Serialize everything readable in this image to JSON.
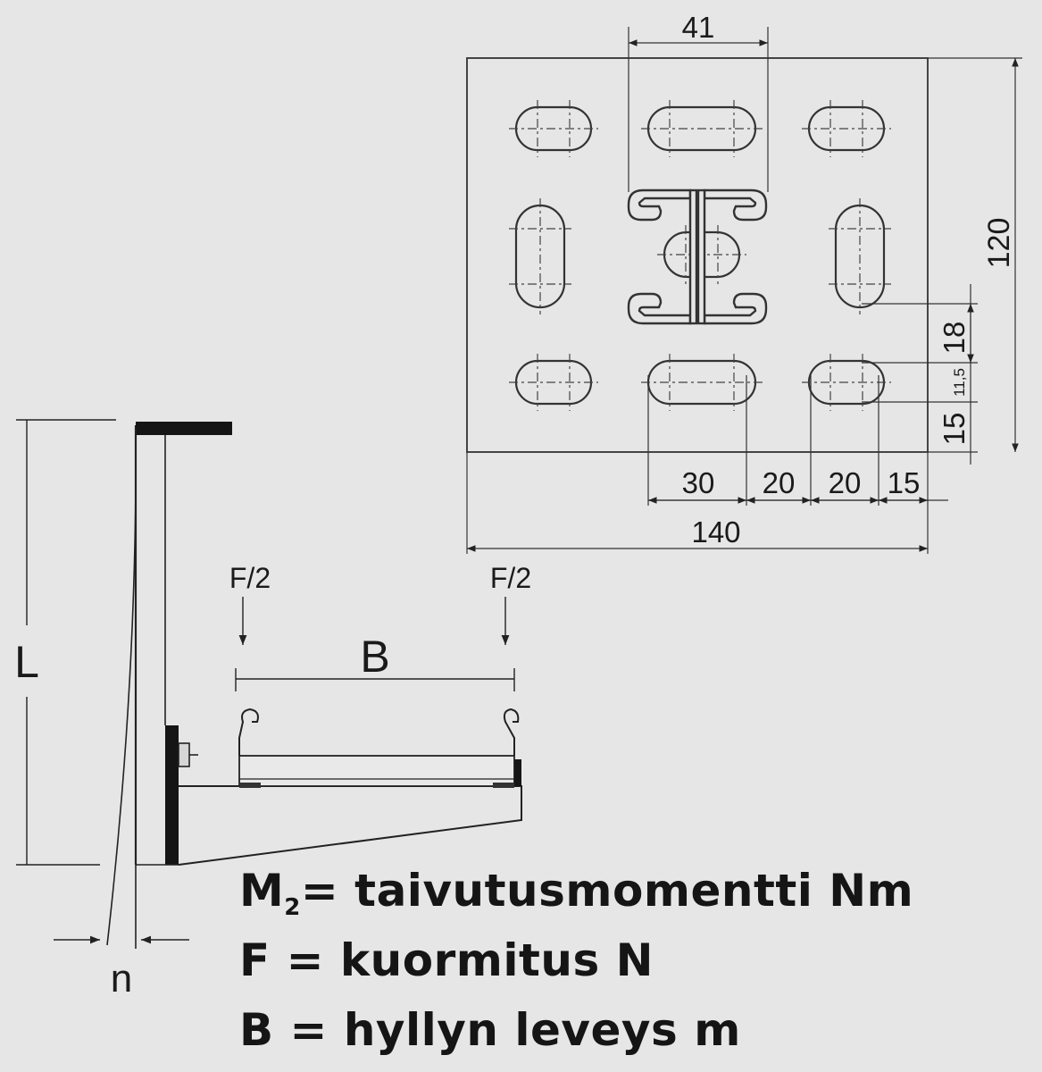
{
  "plate": {
    "dims": {
      "d41": "41",
      "d120": "120",
      "d18": "18",
      "d11_5": "11,5",
      "d15v": "15",
      "d30": "30",
      "d20a": "20",
      "d20b": "20",
      "d15h": "15",
      "d140": "140"
    }
  },
  "bracket": {
    "load_left": "F/2",
    "load_right": "F/2",
    "width_label": "B",
    "length_label": "L",
    "deflection_label": "n"
  },
  "legend": {
    "m_main": "M",
    "m_sub": "2",
    "m_rest": "= taivutusmomentti Nm",
    "f_line": "F = kuormitus N",
    "b_line": "B = hyllyn leveys m"
  }
}
